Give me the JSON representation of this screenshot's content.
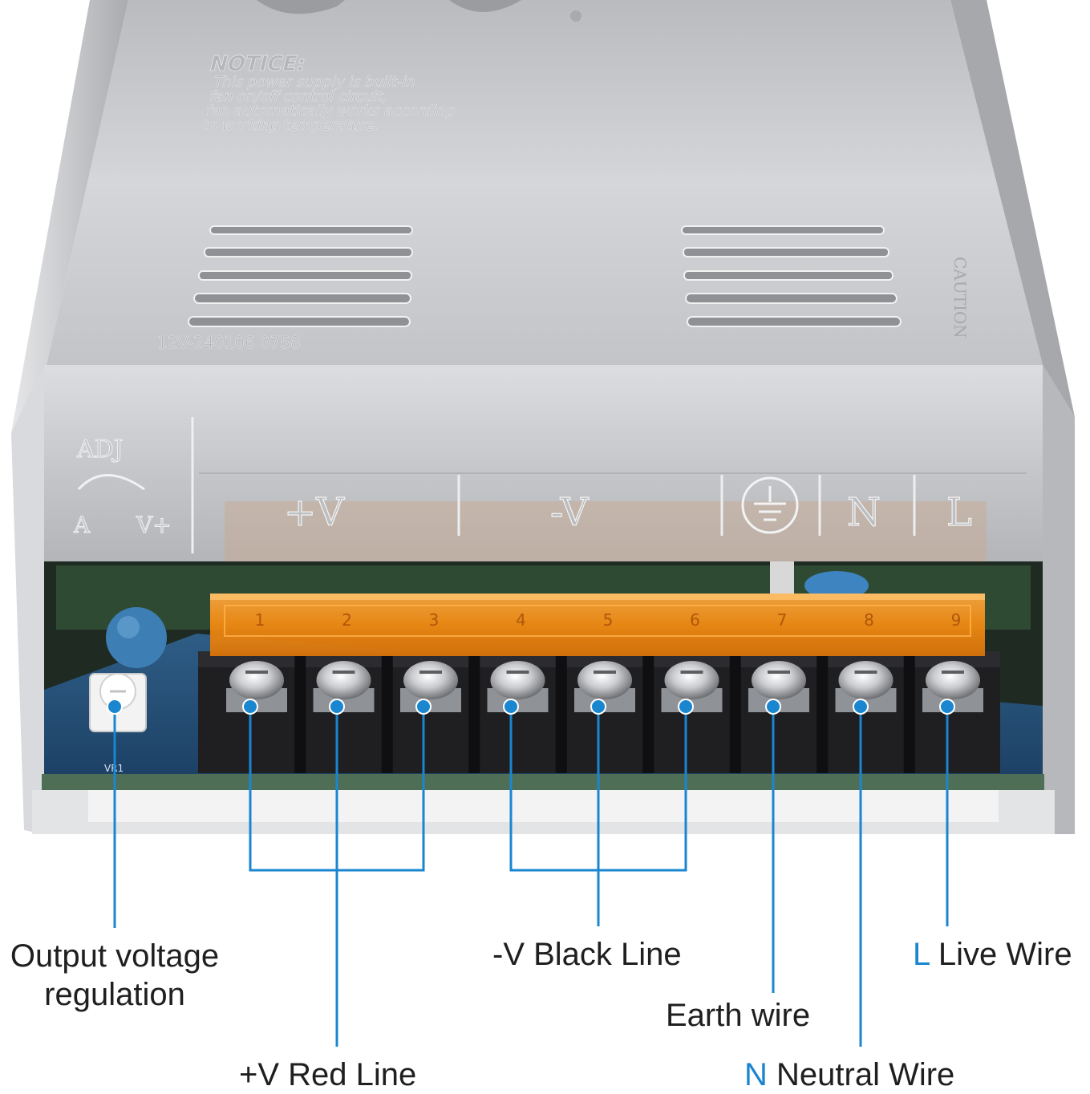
{
  "colors": {
    "accent": "#1a86d0",
    "label_text": "#1f1f1f",
    "terminal_cover": "#f08a12",
    "case_silver": "#c9cbce",
    "pcb_blue": "#2b6a9a",
    "terminal_block": "#1f1f22"
  },
  "case": {
    "notice_title": "NOTICE:",
    "notice_lines": [
      "This power supply is built-in",
      "fan on/off control circuit,",
      "fan automatically works according",
      "to working temperature."
    ],
    "serial": "12V-240106  0758",
    "caution": "CAUTION",
    "adj": {
      "label": "ADJ",
      "minus": "A",
      "plus": "V+"
    },
    "terminal_marks": [
      "+V",
      "-V",
      "N",
      "L"
    ],
    "earth_symbol": "earth-ground-icon",
    "pcb_label": "VR1"
  },
  "terminal_numbers": [
    "1",
    "2",
    "3",
    "4",
    "5",
    "6",
    "7",
    "8",
    "9"
  ],
  "callouts": {
    "output_regulation": {
      "line1": "Output voltage",
      "line2": "regulation"
    },
    "plus_v": "+V Red Line",
    "minus_v": "-V Black Line",
    "earth": "Earth wire",
    "live": {
      "prefix": "L",
      "text": " Live Wire"
    },
    "neutral": {
      "prefix": "N",
      "text": " Neutral Wire"
    }
  }
}
